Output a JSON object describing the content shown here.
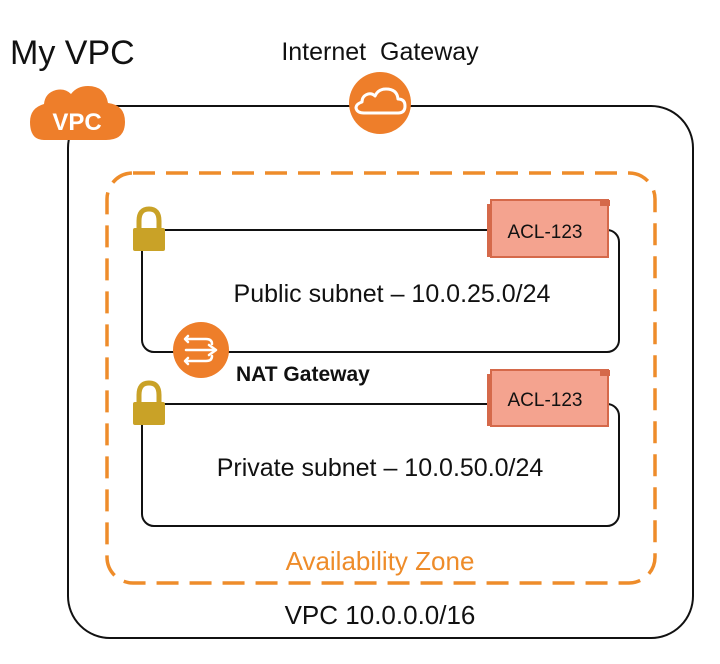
{
  "vpc": {
    "title": "My VPC",
    "icon_label": "VPC",
    "cidr_label": "VPC 10.0.0.0/16"
  },
  "internet_gateway": {
    "label": "Internet  Gateway",
    "icon": "cloud-icon"
  },
  "availability_zone": {
    "label": "Availability Zone"
  },
  "subnets": [
    {
      "label": "Public subnet – 10.0.25.0/24",
      "acl": "ACL-123",
      "icon": "lock-icon"
    },
    {
      "label": "Private subnet – 10.0.50.0/24",
      "acl": "ACL-123",
      "icon": "lock-icon"
    }
  ],
  "nat_gateway": {
    "label": "NAT Gateway",
    "icon": "nat-gateway-icon"
  },
  "colors": {
    "aws_orange": "#ee7e2a",
    "acl_fill": "#f4a38f",
    "acl_stroke": "#d5694a",
    "lock_gold": "#c9a227",
    "az_text": "#ee8c2a",
    "line": "#111111"
  }
}
